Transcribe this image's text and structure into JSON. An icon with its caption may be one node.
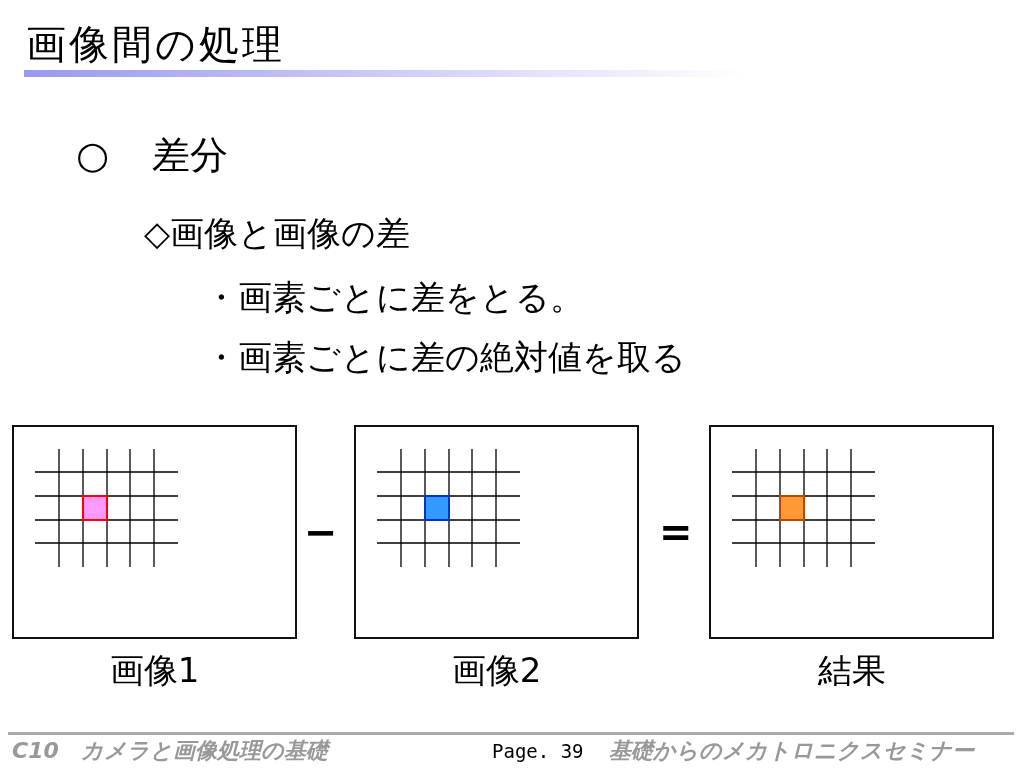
{
  "diagram": {
    "title": "画像間の処理",
    "nodes": [
      {
        "text": [
          "画像1"
        ]
      },
      {
        "text": [
          "画像2"
        ]
      },
      {
        "text": [
          "結果"
        ]
      }
    ],
    "labels": [
      "○",
      "差分",
      "◇画像と画像の差",
      "・画素ごとに差をとる。",
      "・画素ごとに差の絶対値を取る",
      "−",
      "=",
      "C10　カメラと画像処理の基礎",
      "Page. 39",
      "基礎からのメカトロニクスセミナー"
    ]
  }
}
